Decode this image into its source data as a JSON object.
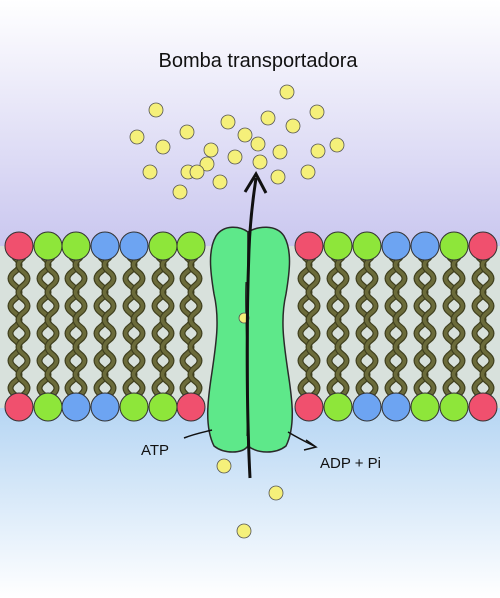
{
  "diagram": {
    "title": "Bomba transportadora",
    "label_atp": "ATP",
    "label_products": "ADP + Pi",
    "colors": {
      "outside_top": "#ffffff",
      "outside_bottom": "#c9c6ef",
      "inside_top": "#b3d4f3",
      "inside_bottom": "#ffffff",
      "membrane_core": "#d8e1dc",
      "tail": "#6b6b3a",
      "head_red": "#f0506e",
      "head_green": "#8ee63a",
      "head_blue": "#6da4f2",
      "protein": "#5ee88a",
      "solute": "#f5f07a",
      "arrow": "#111111"
    },
    "top_heads_left": [
      "red",
      "green",
      "green",
      "blue",
      "blue",
      "green",
      "green"
    ],
    "top_heads_right": [
      "red",
      "green",
      "green",
      "blue",
      "blue",
      "green",
      "red"
    ],
    "bottom_heads_left": [
      "red",
      "green",
      "blue",
      "blue",
      "green",
      "green",
      "red"
    ],
    "bottom_heads_right": [
      "red",
      "green",
      "blue",
      "blue",
      "green",
      "green",
      "red"
    ],
    "solutes_outside_count": 25,
    "solutes_inside_count": 3,
    "solutes_in_channel_count": 1
  }
}
